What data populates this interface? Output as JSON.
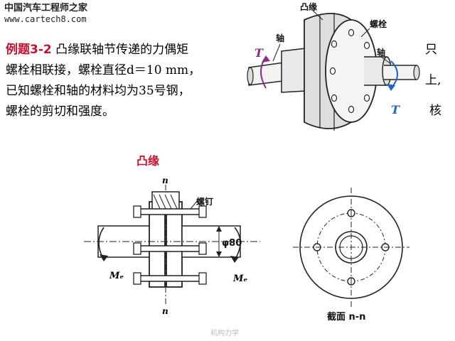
{
  "watermark": {
    "site_name": "中国汽车工程师之家",
    "url": "www.cartech8.com"
  },
  "problem": {
    "label": "例题3-2",
    "line1": " 凸缘联轴节传递的力偶矩",
    "line2": "螺栓相联接，螺栓直径d＝10 mm，",
    "line3": "已知螺栓和轴的材料均为35号钢，",
    "line4": "螺栓的剪切和强度。",
    "right_frag1": "只",
    "right_frag2": "上,",
    "right_frag3": "核"
  },
  "figure_top": {
    "flange_label": "凸缘",
    "bolt_label": "螺栓",
    "shaft_label_left": "轴",
    "shaft_label_right": "轴",
    "torque_left": "T",
    "torque_right": "T",
    "colors": {
      "torque_left": "#8a2a8a",
      "torque_right": "#1f63c6"
    }
  },
  "figure_section": {
    "flange_label": "凸缘",
    "bolt_label": "螺钉",
    "section_mark_top": "n",
    "section_mark_bottom": "n",
    "diameter_label": "φ80",
    "moment_left": "Mₑ",
    "moment_right": "Mₑ"
  },
  "figure_cross": {
    "caption": "截面 n-n"
  },
  "footer_faint": "机构力学"
}
